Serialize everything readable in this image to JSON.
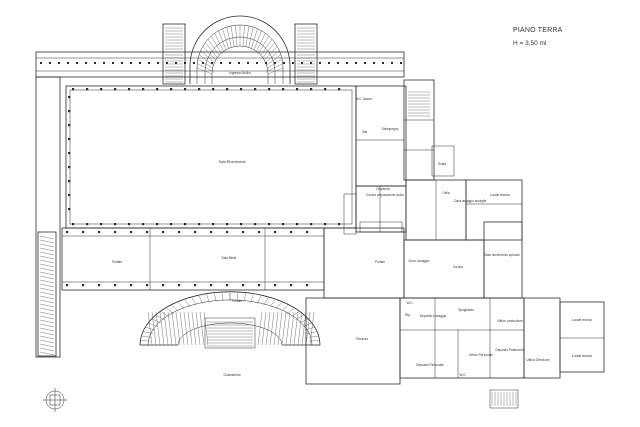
{
  "header": {
    "title": "PIANO TERRA",
    "height": "H = 3,50 ml"
  },
  "rooms": {
    "ingresso": "Ingresso Aulico",
    "sala_ricevimenti": "Sala Ricevimenti",
    "portale": "Portale",
    "sala_miele": "Sala Miele",
    "portale_2": "Portale",
    "portale_3": "Portale",
    "guardaroba": "Guardaroba",
    "bar": "Bar",
    "disimpegno": "Disimpegno",
    "wc_a": "W.C. Ascen.",
    "scala": "Scala",
    "cucina_prep": "Cucina preparazione dolce",
    "zona_lavaggio": "Zona lavaggio stoviglie",
    "zona_lavaggio_2": "Zona Lavaggio",
    "cucina": "Cucina",
    "locale_tecnico": "Locale tecnico",
    "dispensa": "Dispensa",
    "sala_ricev_sp": "Sala ricevimento speciali",
    "terrazzo": "Terrazzo",
    "ripostiglio": "Rip.",
    "wc_b": "W.C.",
    "spogliatoio": "Spogliatoio",
    "deposito_lavaggio": "Deposito Lavaggio",
    "deposito_personale": "Deposito Personale",
    "locale_tecnico_2": "Locale tecnico",
    "locale_tecnico_3": "Locale tecnico",
    "ufficio_personale": "Ufficio Personale",
    "deposito_pasticceria": "Deposito Pasticceria",
    "ufficio_prod": "Ufficio produzione",
    "ufficio_direzione": "Ufficio Direzione",
    "wc_c": "W.C.",
    "cella": "Cella"
  },
  "north_symbol": "north-arrow-icon",
  "colors": {
    "line": "#2b2b2b",
    "background": "#ffffff"
  }
}
